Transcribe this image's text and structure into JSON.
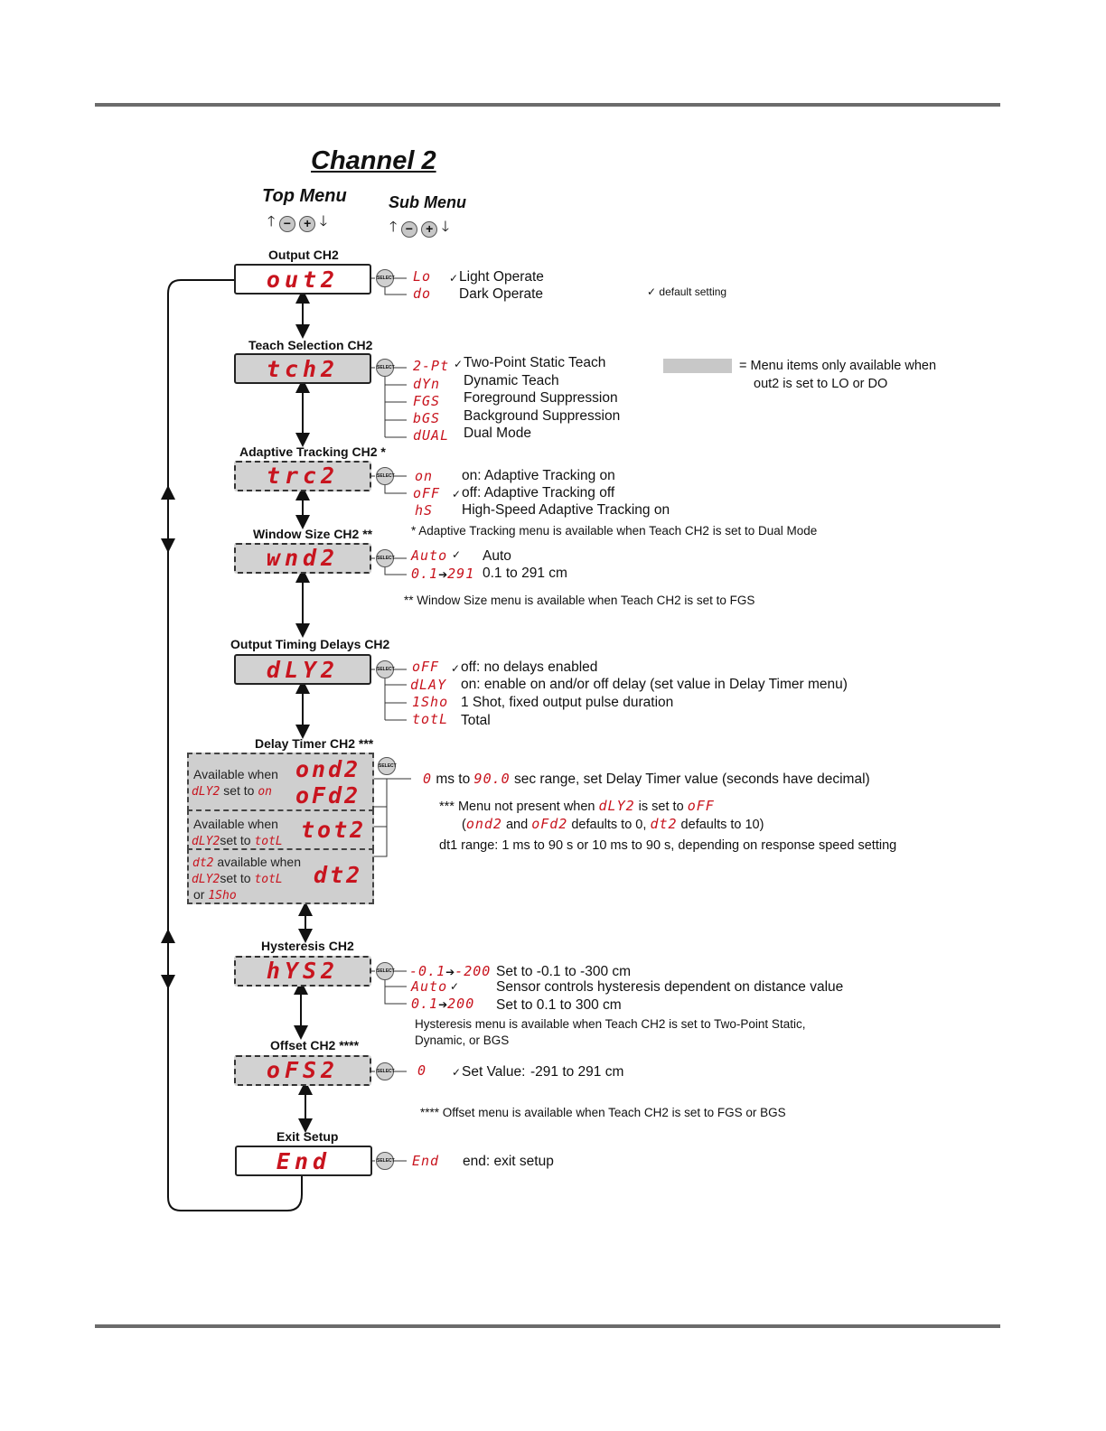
{
  "title": "Channel 2",
  "top_menu": "Top Menu",
  "sub_menu": "Sub Menu",
  "select_label": "SELECT",
  "nav": {
    "minus": "−",
    "plus": "+"
  },
  "legend": {
    "check_note": "default setting",
    "gray_note_1": "=  Menu items only available when",
    "gray_note_2": "out2 is set to LO or DO"
  },
  "out": {
    "label": "Output CH2",
    "display": "out2",
    "items": [
      {
        "code": "Lo",
        "check": "✓",
        "text": "Light Operate"
      },
      {
        "code": "do",
        "check": "",
        "text": "Dark Operate"
      }
    ]
  },
  "tch": {
    "label": "Teach Selection CH2",
    "display": "tch2",
    "items": [
      {
        "code": "2-Pt",
        "check": "✓",
        "text": "Two-Point Static Teach"
      },
      {
        "code": "dYn",
        "text": "Dynamic Teach"
      },
      {
        "code": "FGS",
        "text": "Foreground Suppression"
      },
      {
        "code": "bGS",
        "text": "Background Suppression"
      },
      {
        "code": "dUAL",
        "text": "Dual Mode"
      }
    ]
  },
  "trc": {
    "label": "Adaptive Tracking CH2 *",
    "display": "trc2",
    "items": [
      {
        "code": "on",
        "text": "on: Adaptive Tracking on"
      },
      {
        "code": "oFF",
        "check": "✓",
        "text": "off: Adaptive Tracking off"
      },
      {
        "code": "hS",
        "text": "High-Speed Adaptive Tracking on"
      }
    ],
    "note": "* Adaptive Tracking menu is available when Teach CH2 is set to Dual Mode"
  },
  "wnd": {
    "label": "Window Size CH2 **",
    "display": "wnd2",
    "items": [
      {
        "code": "Auto",
        "check": "✓",
        "text": "Auto"
      },
      {
        "code": "0.1",
        "code2": "291",
        "text": "0.1 to 291 cm"
      }
    ],
    "note": "** Window Size menu is available when Teach CH2 is set to FGS"
  },
  "dly": {
    "label": "Output Timing Delays CH2",
    "display": "dLY2",
    "items": [
      {
        "code": "oFF",
        "check": "✓",
        "text": "off: no delays enabled"
      },
      {
        "code": "dLAY",
        "text": "on: enable on and/or off delay (set value in Delay Timer menu)"
      },
      {
        "code": "1Sho",
        "text": "1 Shot, fixed output pulse duration"
      },
      {
        "code": "totL",
        "text": "Total"
      }
    ]
  },
  "timer": {
    "label": "Delay Timer CH2 ***",
    "g1": {
      "l1": "Available when",
      "c1": "dLY2",
      "t1": " set to ",
      "c2": "on",
      "d1": "ond2",
      "d2": "oFd2"
    },
    "g2": {
      "l1": "Available when",
      "c1": "dLY2",
      "t1": "set to ",
      "c2": "totL",
      "d1": "tot2"
    },
    "g3": {
      "c0": "dt2",
      "l1": " available when",
      "c1": "dLY2",
      "t1": "set to ",
      "c2": "totL",
      "t2": "or ",
      "c3": "1Sho",
      "d1": "dt2"
    },
    "range": {
      "c1": "0",
      "t1": " ms  to ",
      "c2": "90.0",
      "t2": " sec range, set Delay Timer value (seconds have decimal)"
    },
    "n1": {
      "t1": "***  Menu not present when ",
      "c1": "dLY2",
      "t2": " is set to ",
      "c2": "oFF"
    },
    "n2": {
      "t0": "(",
      "c1": "ond2",
      "t1": " and ",
      "c2": "oFd2",
      "t2": " defaults to 0,  ",
      "c3": "dt2",
      "t3": " defaults to 10)"
    },
    "n3": "dt1 range: 1 ms to 90 s or 10 ms to 90 s, depending on response speed setting"
  },
  "hys": {
    "label": "Hysteresis CH2",
    "display": "hYS2",
    "items": [
      {
        "code": "-0.1",
        "code2": "-200",
        "text": "Set to -0.1 to -300 cm"
      },
      {
        "code": "Auto",
        "check": "✓",
        "text": "Sensor controls hysteresis dependent on distance value"
      },
      {
        "code": "0.1",
        "code2": "200",
        "text": "Set to 0.1 to 300 cm"
      }
    ],
    "note1": "Hysteresis menu is available when Teach CH2 is set to Two-Point Static,",
    "note2": "Dynamic, or BGS"
  },
  "ofs": {
    "label": "Offset CH2 ****",
    "display": "oFS2",
    "items": [
      {
        "code": "0",
        "check": "✓",
        "text": "Set Value:",
        "text2": "-291 to 291 cm"
      }
    ],
    "note": "****  Offset menu is available when Teach CH2 is set to FGS or BGS"
  },
  "end": {
    "label": "Exit Setup",
    "display": "End",
    "items": [
      {
        "code": "End",
        "text": "end: exit setup"
      }
    ]
  }
}
